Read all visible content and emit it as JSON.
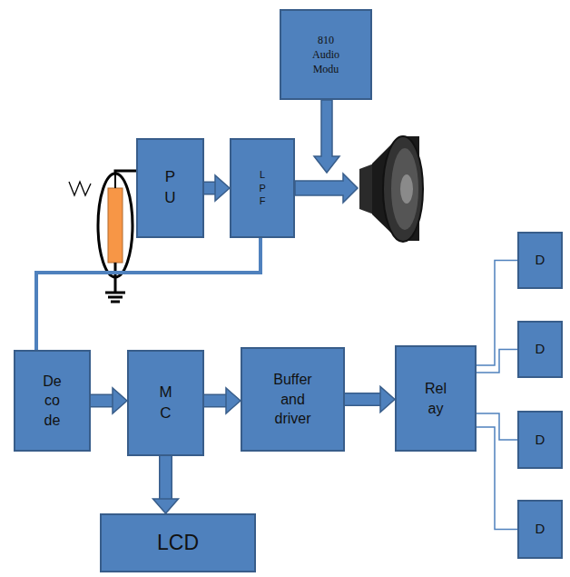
{
  "diagram": {
    "nodes": [
      {
        "text": [
          "810 Audio Modu"
        ]
      },
      {
        "text": [
          "P U"
        ]
      },
      {
        "text": [
          "L P F"
        ]
      },
      {
        "text": [
          "De co de"
        ]
      },
      {
        "text": [
          "M C"
        ]
      },
      {
        "text": [
          "Buffer and driver"
        ]
      },
      {
        "text": [
          "Rel ay"
        ]
      },
      {
        "text": [
          "D"
        ]
      },
      {
        "text": [
          "D"
        ]
      },
      {
        "text": [
          "D"
        ]
      },
      {
        "text": [
          "D"
        ]
      },
      {
        "text": [
          "LCD"
        ]
      }
    ],
    "edges": [
      {
        "from": 1,
        "to": 2,
        "arrow": "to"
      },
      {
        "from": 2,
        "to": 3,
        "arrow": "none"
      },
      {
        "from": 3,
        "to": 4,
        "arrow": "to"
      },
      {
        "from": 4,
        "to": 5,
        "arrow": "to"
      },
      {
        "from": 4,
        "to": 11,
        "arrow": "to"
      },
      {
        "from": 5,
        "to": 6,
        "arrow": "to"
      },
      {
        "from": 6,
        "to": 7,
        "arrow": "none"
      },
      {
        "from": 6,
        "to": 8,
        "arrow": "none"
      },
      {
        "from": 6,
        "to": 9,
        "arrow": "none"
      },
      {
        "from": 6,
        "to": 10,
        "arrow": "none"
      }
    ]
  }
}
